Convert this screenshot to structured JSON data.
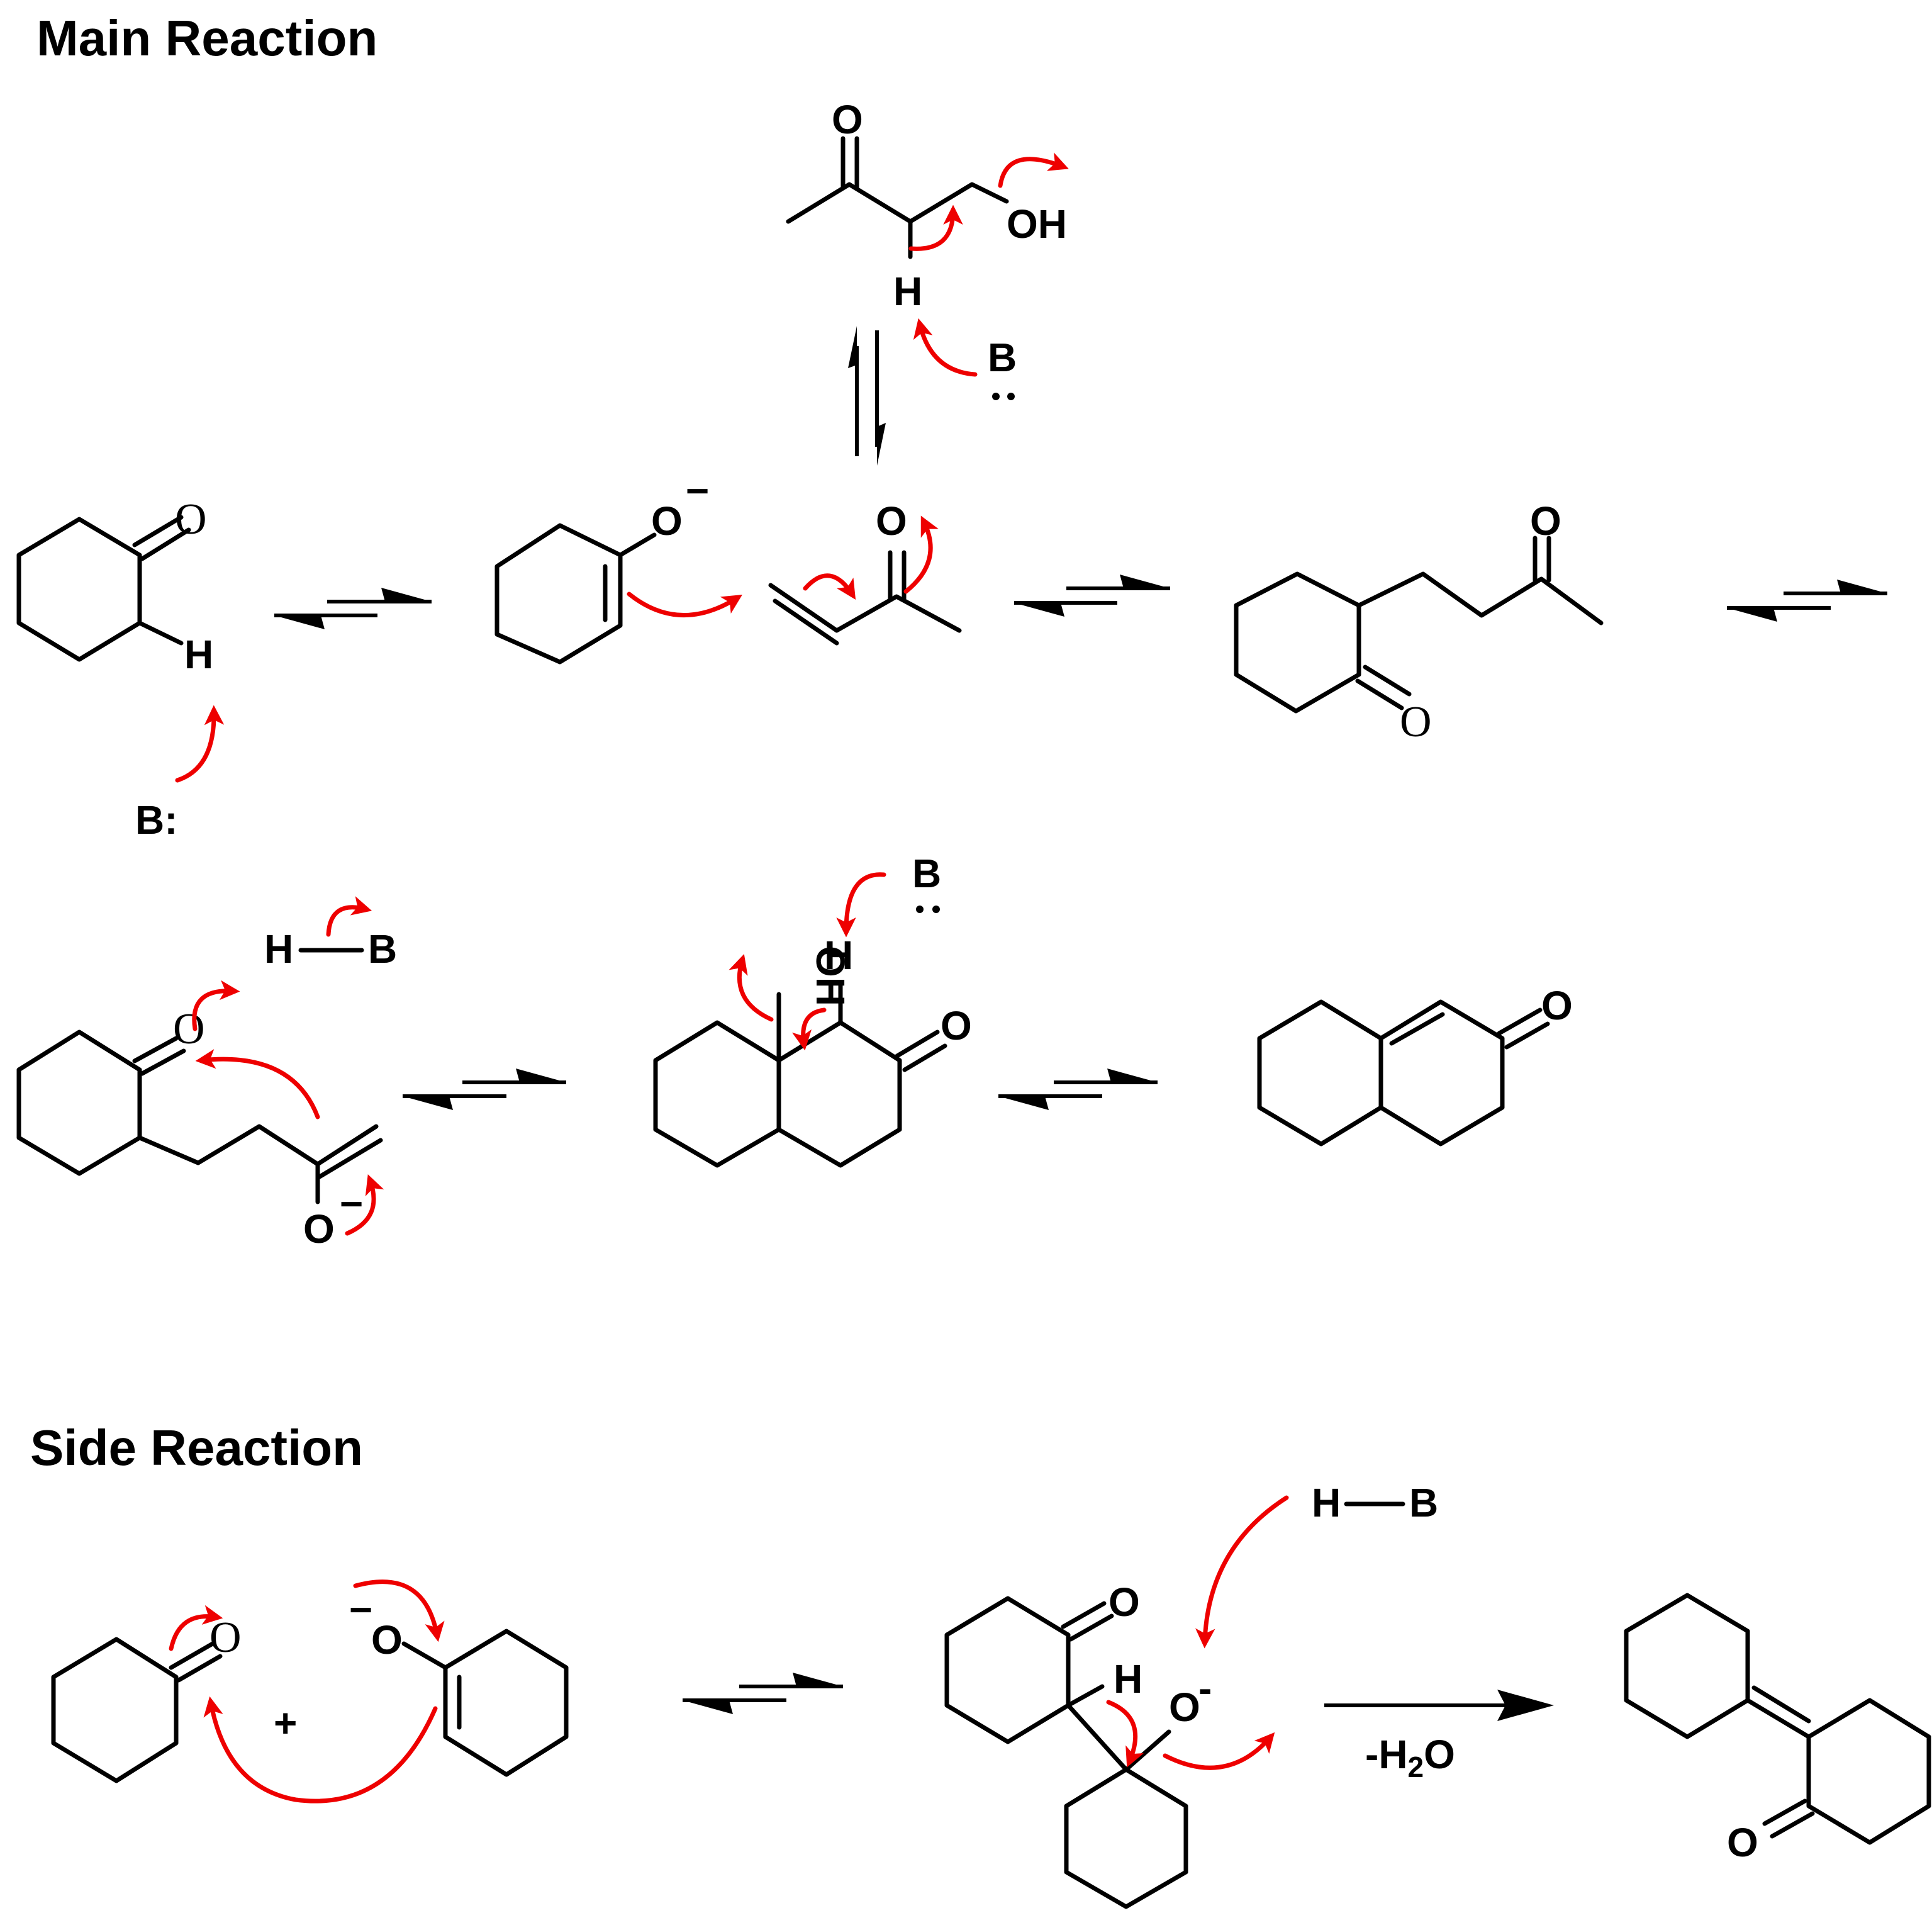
{
  "sections": {
    "main_title": "Main Reaction",
    "side_title": "Side Reaction"
  },
  "labels": {
    "O": "O",
    "O_minus": "O",
    "minus": "−",
    "H": "H",
    "B": "B",
    "B_colon": "B:",
    "OH": "OH",
    "HO_rot": "OH",
    "plus": "+",
    "O_sup_minus": "O",
    "sup_minus": "-"
  },
  "conditions": {
    "dehydration_prefix": "-H",
    "dehydration_sub": "2",
    "dehydration_suffix": "O"
  },
  "colors": {
    "arrow_red": "#ee0000",
    "bond_black": "#000000"
  }
}
